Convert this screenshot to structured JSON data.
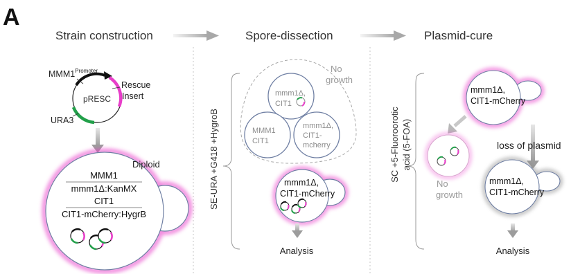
{
  "panel_label": "A",
  "stages": {
    "strain_construction": "Strain construction",
    "spore_dissection": "Spore-dissection",
    "plasmid_cure": "Plasmid-cure"
  },
  "plasmid": {
    "name": "pRESC",
    "promoter_base": "MMM1",
    "promoter_sup": "Promoter",
    "rescue_line1": "Rescue",
    "rescue_line2": "Insert",
    "marker": "URA3"
  },
  "diploid": {
    "label": "Diploid",
    "allele1_top": "MMM1",
    "allele1_bottom": "mmm1Δ:KanMX",
    "allele2_top": "CIT1",
    "allele2_bottom": "CIT1-mCherry:HygrB"
  },
  "dissection": {
    "medium": "SE-URA  +G418 +HygroB",
    "no_growth_line1": "No",
    "no_growth_line2": "growth",
    "spore_top_line1": "mmm1Δ,",
    "spore_top_line2": "CIT1",
    "spore_left_line1": "MMM1",
    "spore_left_line2": "CIT1",
    "spore_right_line1": "mmm1Δ,",
    "spore_right_line2": "CIT1-",
    "spore_right_line3": "mcherry",
    "selected_line1": "mmm1Δ,",
    "selected_line2": "CIT1-mCherry",
    "analysis": "Analysis"
  },
  "cure": {
    "medium_line1": "SC +5-Fluoroorotic",
    "medium_line2": "acid (5-FOA)",
    "cell_line1": "mmm1Δ,",
    "cell_line2": "CIT1-mCherry",
    "no_growth_line1": "No",
    "no_growth_line2": "growth",
    "loss_label": "loss of plasmid",
    "cured_line1": "mmm1Δ,",
    "cured_line2": "CIT1-mCherry",
    "analysis": "Analysis"
  },
  "colors": {
    "magenta": "#e83ec9",
    "green": "#22a04a",
    "outline": "#6f7fa3",
    "grey_text": "#9a9a9a",
    "arrow": "#b4b4b4"
  }
}
